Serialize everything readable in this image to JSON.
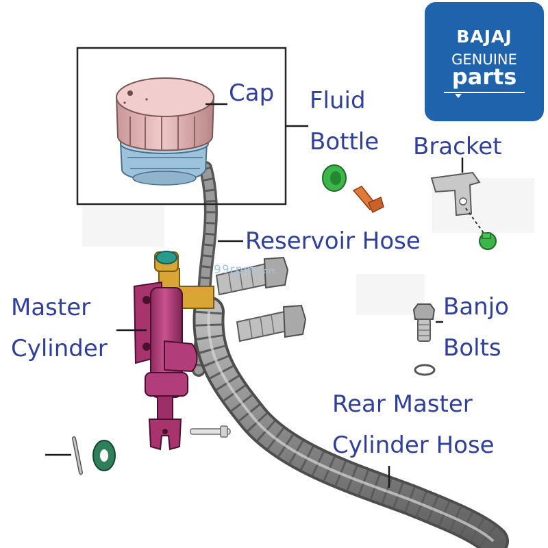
{
  "labels": {
    "cap": "Cap",
    "fluid_bottle": [
      "Fluid",
      "Bottle"
    ],
    "bracket": "Bracket",
    "reservoir_hose": "Reservoir Hose",
    "master_cylinder": [
      "Master",
      "Cylinder"
    ],
    "banjo_bolts": [
      "Banjo",
      "Bolts"
    ],
    "rear_master_cylinder_hose": [
      "Rear Master",
      "Cylinder Hose"
    ]
  },
  "logo": {
    "brand": "BAJAJ",
    "line2": "GENUINE",
    "line3": "parts"
  },
  "watermark": {
    "main": "99rpm",
    "suffix": ".com"
  },
  "colors": {
    "label_text": "#2f3f9a",
    "logo_bg": "#1f63ad",
    "cap_pink": "#e4b4b4",
    "bottle_blue": "#9cc3db",
    "cylinder_magenta": "#b13d7a",
    "fitting_gold": "#d9a535",
    "part_green": "#3cb54a",
    "bolt_orange": "#e07a3a",
    "hose_gray": "#8d8d8d"
  }
}
